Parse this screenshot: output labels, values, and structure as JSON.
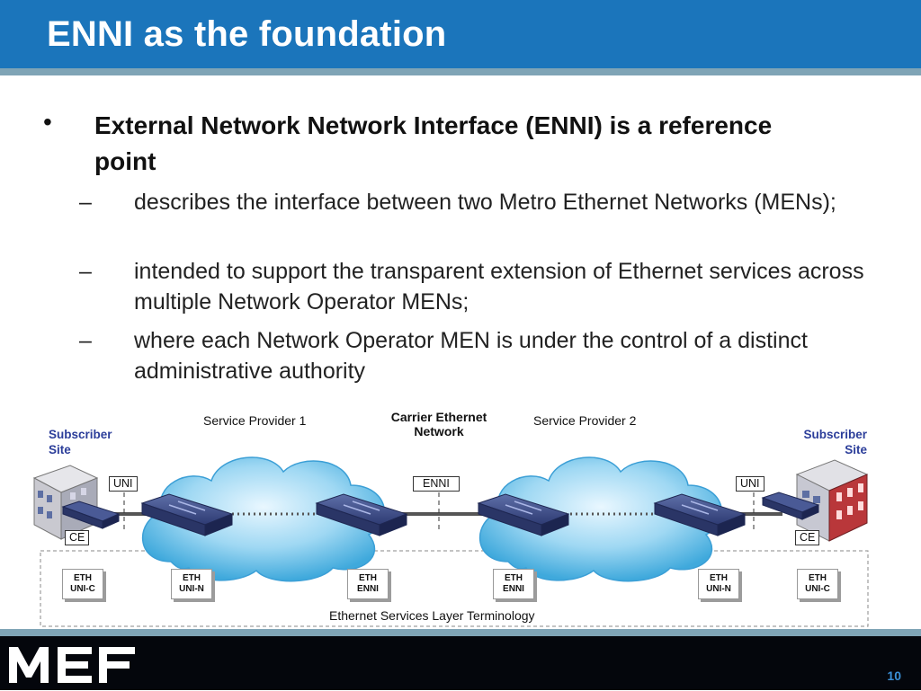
{
  "slide": {
    "title": "ENNI as the foundation",
    "page_number": "10"
  },
  "bullets": {
    "main_symbol": "•",
    "main": "External Network Network Interface (ENNI) is a reference point",
    "dash": "–",
    "subs": [
      "describes the interface between two Metro Ethernet Networks (MENs);",
      "intended to support the transparent extension of Ethernet services across multiple Network Operator MENs;",
      "where each Network Operator MEN is under the control of a distinct administrative authority"
    ]
  },
  "diagram": {
    "provider1": "Service Provider 1",
    "provider2": "Service Provider 2",
    "carrier_line1": "Carrier Ethernet",
    "carrier_line2": "Network",
    "subscriber_left_1": "Subscriber",
    "subscriber_left_2": "Site",
    "subscriber_right_1": "Subscriber",
    "subscriber_right_2": "Site",
    "uni_left": "UNI",
    "enni": "ENNI",
    "uni_right": "UNI",
    "ce_left": "CE",
    "ce_right": "CE",
    "eth_boxes": [
      {
        "l1": "ETH",
        "l2": "UNI-C"
      },
      {
        "l1": "ETH",
        "l2": "UNI-N"
      },
      {
        "l1": "ETH",
        "l2": "ENNI"
      },
      {
        "l1": "ETH",
        "l2": "ENNI"
      },
      {
        "l1": "ETH",
        "l2": "UNI-N"
      },
      {
        "l1": "ETH",
        "l2": "UNI-C"
      }
    ],
    "layer_caption": "Ethernet Services Layer Terminology"
  },
  "logo": {
    "text": "MEF"
  },
  "colors": {
    "title_bar": "#1b75bb",
    "stripe": "#7fa4b6",
    "subscriber_text": "#2c3e9a",
    "footer": "#04060c",
    "page_number": "#3a8fd6"
  }
}
